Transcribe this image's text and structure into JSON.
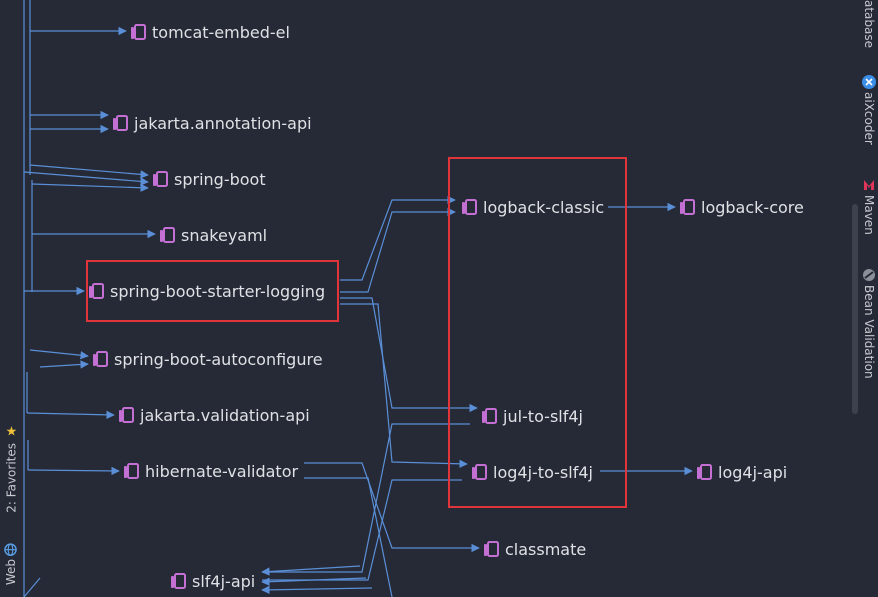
{
  "graph": {
    "nodes": {
      "tomcat_embed_el": "tomcat-embed-el",
      "jakarta_annotation_api": "jakarta.annotation-api",
      "spring_boot": "spring-boot",
      "snakeyaml": "snakeyaml",
      "spring_boot_starter_logging": "spring-boot-starter-logging",
      "spring_boot_autoconfigure": "spring-boot-autoconfigure",
      "jakarta_validation_api": "jakarta.validation-api",
      "hibernate_validator": "hibernate-validator",
      "slf4j_api": "slf4j-api",
      "logback_classic": "logback-classic",
      "logback_core": "logback-core",
      "jul_to_slf4j": "jul-to-slf4j",
      "log4j_to_slf4j": "log4j-to-slf4j",
      "log4j_api": "log4j-api",
      "classmate": "classmate"
    },
    "edge_color": "#5a8fd8",
    "node_icon": "maven-artifact-icon",
    "icon_color": "#c46fd4",
    "highlight_color": "#e0353a"
  },
  "right_toolbar": {
    "database": "atabase",
    "aixcoder": "aiXcoder",
    "maven": "Maven",
    "bean_validation": "Bean Validation"
  },
  "left_toolbar": {
    "favorites": "2: Favorites",
    "web": "Web"
  }
}
